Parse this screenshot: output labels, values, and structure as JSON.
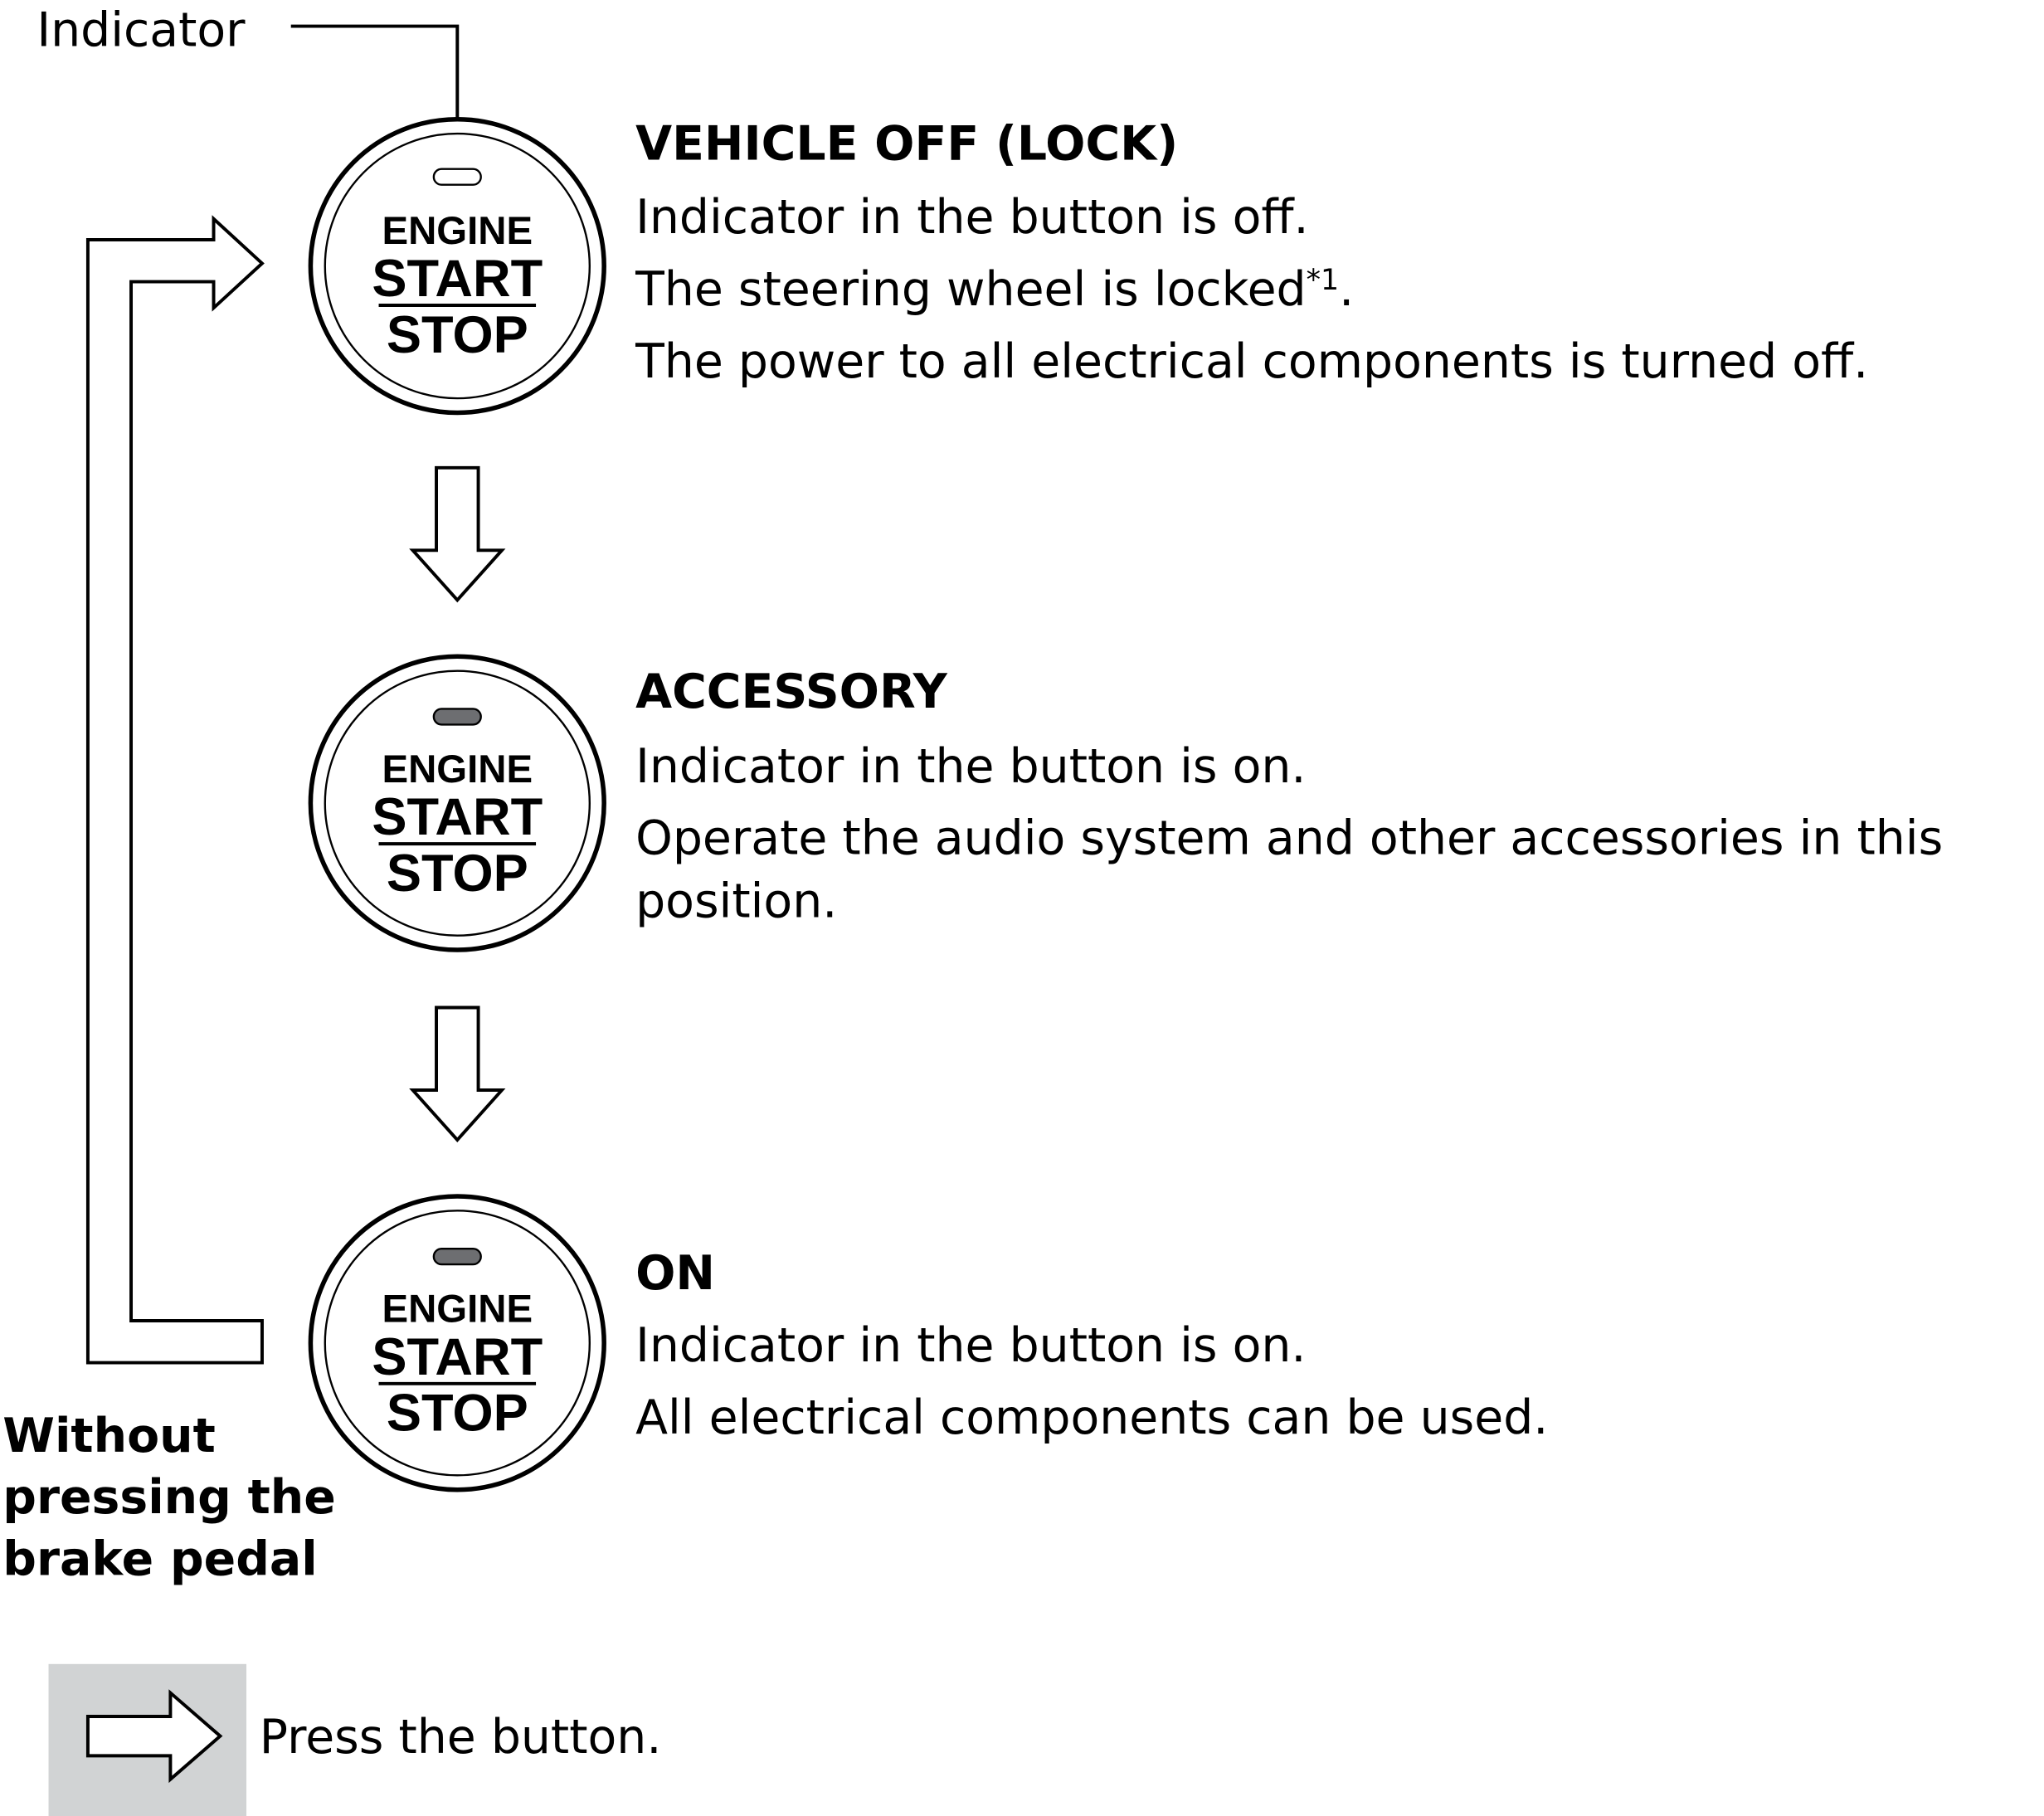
{
  "indicator_label": "Indicator",
  "button_text": {
    "line1": "ENGINE",
    "line2": "START",
    "line3": "STOP"
  },
  "states": [
    {
      "title": "VEHICLE OFF (LOCK)",
      "indicator": "off",
      "lines": [
        "Indicator in the button is off.",
        "The steering wheel is locked",
        "The power to all electrical components is turned off."
      ],
      "footnote_mark": "*1",
      "footnote_tail": "."
    },
    {
      "title": "ACCESSORY",
      "indicator": "on",
      "lines": [
        "Indicator in the button is on.",
        "Operate the audio system and other accessories in this",
        "position."
      ]
    },
    {
      "title": "ON",
      "indicator": "on",
      "lines": [
        "Indicator in the button is on.",
        "All electrical components can be used."
      ]
    }
  ],
  "loop_label": [
    "Without",
    "pressing the",
    "brake pedal"
  ],
  "legend": {
    "text": "Press the button."
  },
  "colors": {
    "indicator_on": "#6d6e71",
    "legend_bg": "#d1d3d4"
  }
}
